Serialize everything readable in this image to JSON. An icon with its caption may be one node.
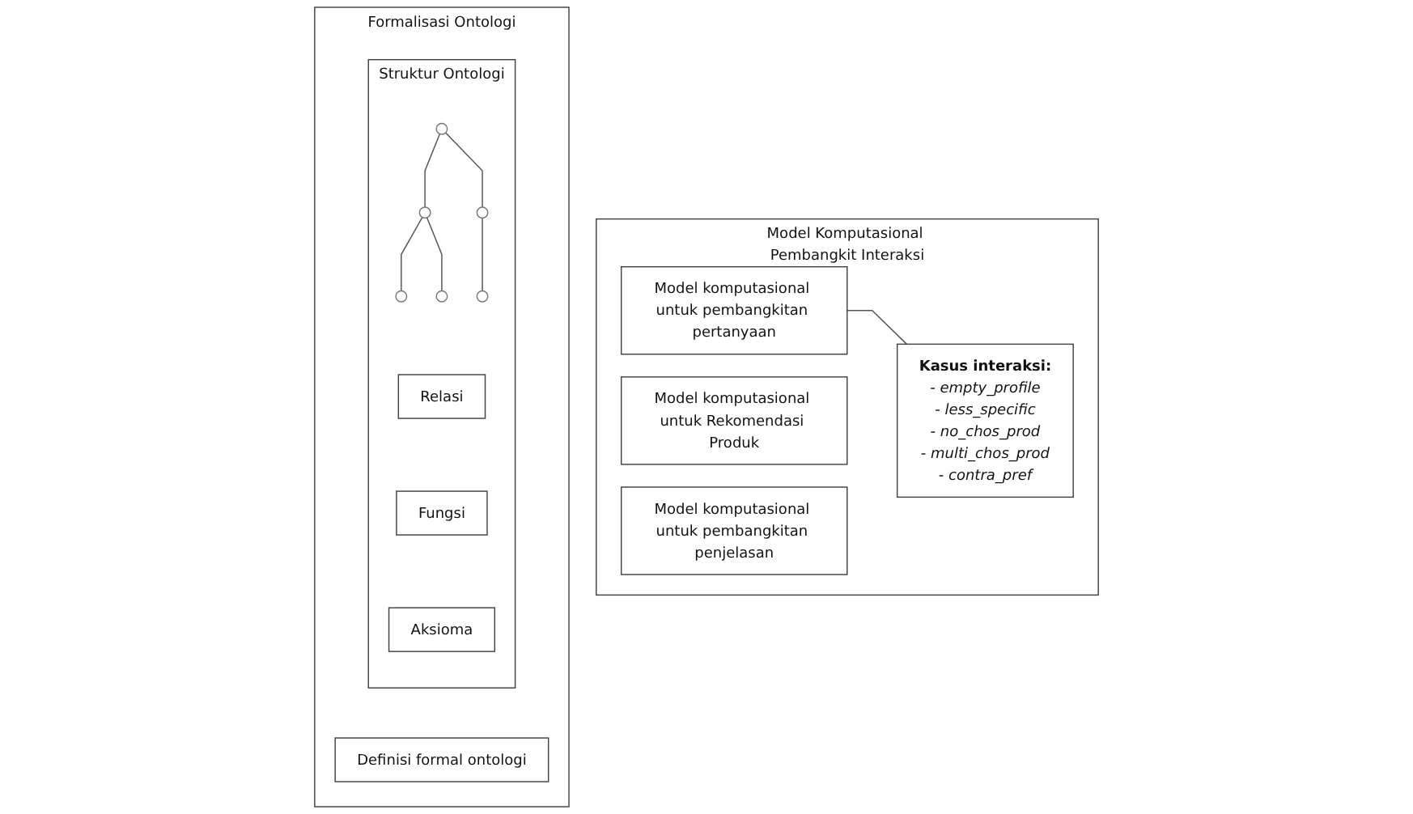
{
  "diagram": {
    "nodes": [
      {
        "text": [
          "Formalisasi Ontologi"
        ]
      },
      {
        "text": [
          "Struktur Ontologi"
        ],
        "in": 0
      },
      {
        "text": [],
        "shape": "circle",
        "in": 1
      },
      {
        "text": [],
        "shape": "circle",
        "in": 1
      },
      {
        "text": [],
        "shape": "circle",
        "in": 1
      },
      {
        "text": [],
        "shape": "circle",
        "in": 1
      },
      {
        "text": [],
        "shape": "circle",
        "in": 1
      },
      {
        "text": [],
        "shape": "circle",
        "in": 1
      },
      {
        "text": [
          "Relasi"
        ],
        "in": 1
      },
      {
        "text": [
          "Fungsi"
        ],
        "in": 1
      },
      {
        "text": [
          "Aksioma"
        ],
        "in": 1
      },
      {
        "text": [
          "Definisi formal ontologi"
        ],
        "in": 0
      },
      {
        "text": [
          "Model Komputasional Pembangkit Interaksi"
        ]
      },
      {
        "text": [
          "Model komputasional untuk Rekomendasi Produk"
        ],
        "in": 12
      },
      {
        "text": [
          "Model komputasional untuk pembangkitan pertanyaan"
        ],
        "in": 12
      },
      {
        "text": [
          "Model komputasional untuk pembangkitan penjelasan"
        ],
        "in": 12
      },
      {
        "text": [
          "Kasus interaksi:",
          "- empty_profile",
          "- less_specific",
          "- no_chos_prod",
          "- multi_chos_prod",
          "- contra_pref"
        ],
        "in": 12
      }
    ],
    "edges": [
      {
        "from": 2,
        "to": 3,
        "arrow": "none"
      },
      {
        "from": 2,
        "to": 4,
        "arrow": "none"
      },
      {
        "from": 3,
        "to": 5,
        "arrow": "none"
      },
      {
        "from": 3,
        "to": 6,
        "arrow": "none"
      },
      {
        "from": 4,
        "to": 7,
        "arrow": "none"
      },
      {
        "from": 14,
        "to": 16,
        "arrow": "none"
      }
    ]
  }
}
